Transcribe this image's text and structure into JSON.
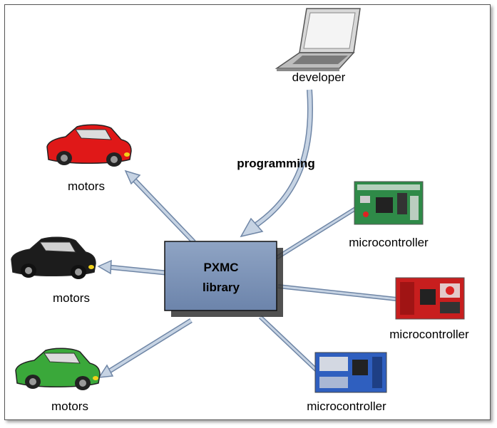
{
  "diagram": {
    "center_node": {
      "line1": "PXMC",
      "line2": "library"
    },
    "developer_label": "developer",
    "edge_label": "programming",
    "motors": [
      {
        "label": "motors",
        "color": "#e01818"
      },
      {
        "label": "motors",
        "color": "#1c1c1c"
      },
      {
        "label": "motors",
        "color": "#3aa83a"
      }
    ],
    "microcontrollers": [
      {
        "label": "microcontroller",
        "board_color": "#2f8a48"
      },
      {
        "label": "microcontroller",
        "board_color": "#c81e1e"
      },
      {
        "label": "microcontroller",
        "board_color": "#2f5fbf"
      }
    ],
    "colors": {
      "node_fill": "#7d94b8",
      "arrow": "#a9bcd4",
      "arrow_stroke": "#6f86a6"
    }
  }
}
